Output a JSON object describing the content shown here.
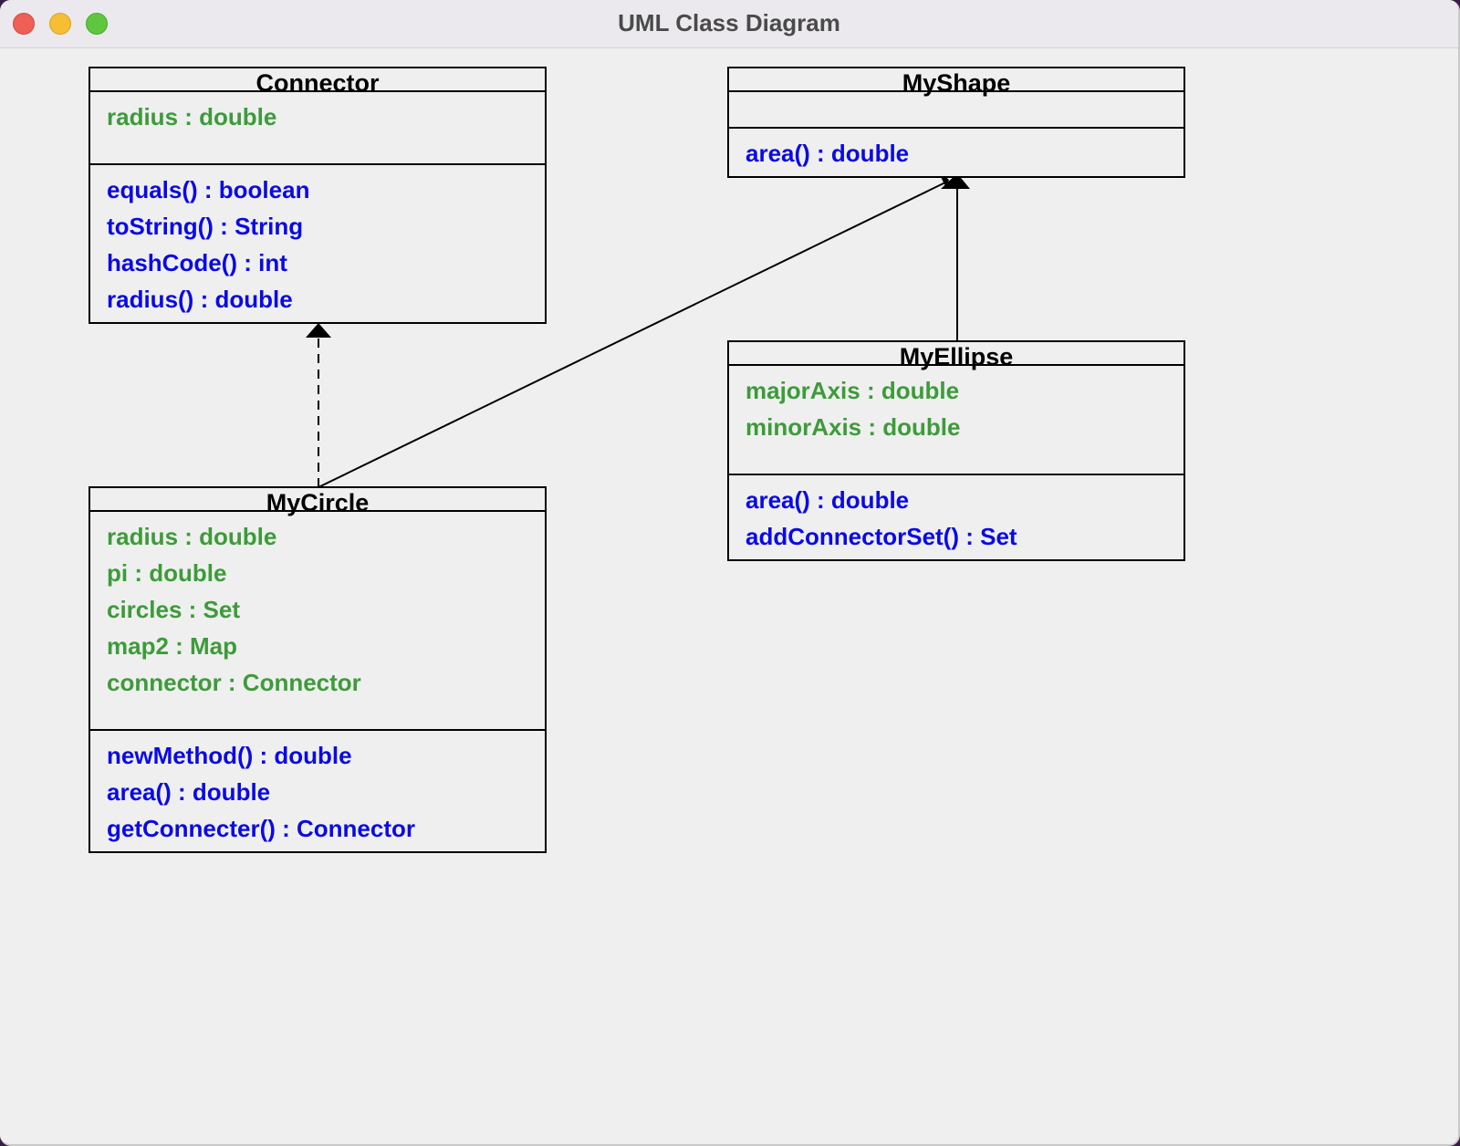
{
  "window": {
    "title": "UML Class Diagram"
  },
  "colors": {
    "attribute": "#3d9b3a",
    "method": "#0a0ae6",
    "border": "#000000",
    "background": "#efefef"
  },
  "classes": {
    "connector": {
      "name": "Connector",
      "attributes": [
        "radius : double"
      ],
      "methods": [
        "equals() : boolean",
        "toString() : String",
        "hashCode() : int",
        "radius() : double"
      ]
    },
    "myshape": {
      "name": "MyShape",
      "attributes": [],
      "methods": [
        "area() : double"
      ]
    },
    "myellipse": {
      "name": "MyEllipse",
      "attributes": [
        "majorAxis : double",
        "minorAxis : double"
      ],
      "methods": [
        "area() : double",
        "addConnectorSet() : Set"
      ]
    },
    "mycircle": {
      "name": "MyCircle",
      "attributes": [
        "radius : double",
        "pi : double",
        "circles : Set",
        "map2 : Map",
        "connector : Connector"
      ],
      "methods": [
        "newMethod() : double",
        "area() : double",
        "getConnecter() : Connector"
      ]
    }
  },
  "relationships": [
    {
      "from": "MyCircle",
      "to": "Connector",
      "kind": "dependency"
    },
    {
      "from": "MyCircle",
      "to": "MyShape",
      "kind": "generalization"
    },
    {
      "from": "MyEllipse",
      "to": "MyShape",
      "kind": "generalization"
    }
  ]
}
